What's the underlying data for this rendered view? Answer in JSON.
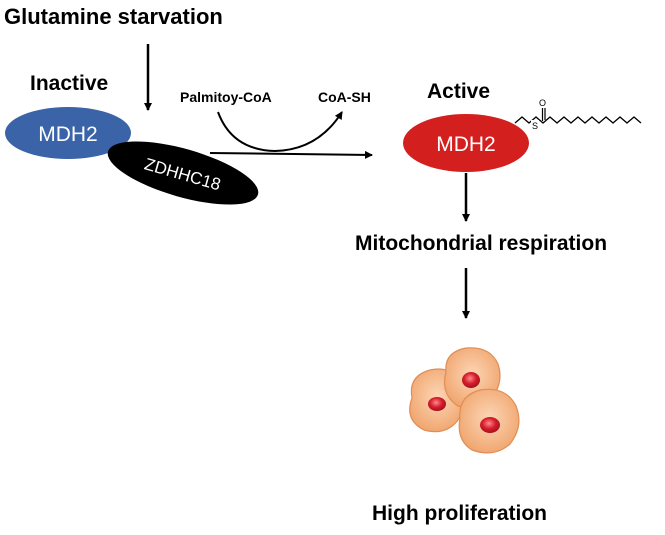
{
  "labels": {
    "trigger": "Glutamine starvation",
    "inactive_state": "Inactive",
    "active_state": "Active",
    "cofactor_in": "Palmitoy-CoA",
    "cofactor_out": "CoA-SH",
    "enzyme": "MDH2",
    "acyltransferase": "ZDHHC18",
    "process": "Mitochondrial respiration",
    "outcome": "High proliferation",
    "thioester_atom_S": "S",
    "thioester_atom_O": "O"
  },
  "colors": {
    "inactive_enzyme": "#3a63a8",
    "active_enzyme": "#d41f1f",
    "acyltransferase": "#000000",
    "cell_body": "#f6b584",
    "cell_edge": "#e08e56",
    "nucleus": "#cc1d2c",
    "text": "#000000"
  },
  "icons": {
    "cells": "cell-cluster-icon",
    "palmitoyl_chain": "palmitoyl-chain-icon"
  }
}
